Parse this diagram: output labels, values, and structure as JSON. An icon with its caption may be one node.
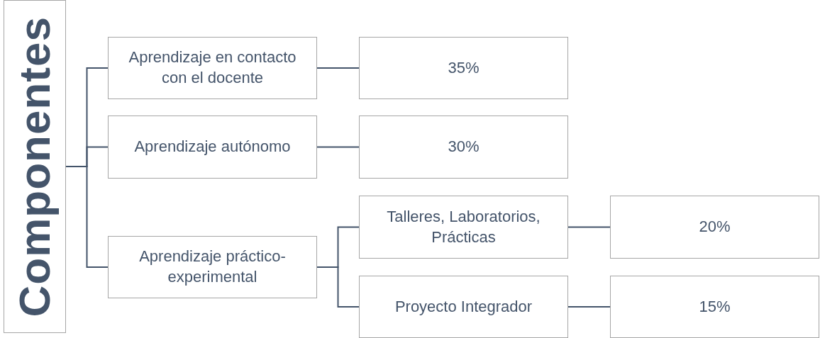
{
  "diagram": {
    "nodes": [
      {
        "text": [
          "Componentes"
        ]
      },
      {
        "text": [
          "Aprendizaje en contacto con el docente"
        ]
      },
      {
        "text": [
          "35%"
        ]
      },
      {
        "text": [
          "Aprendizaje autónomo"
        ]
      },
      {
        "text": [
          "30%"
        ]
      },
      {
        "text": [
          "Aprendizaje práctico-experimental"
        ]
      },
      {
        "text": [
          "Talleres, Laboratorios, Prácticas"
        ]
      },
      {
        "text": [
          "20%"
        ]
      },
      {
        "text": [
          "Proyecto Integrador"
        ]
      },
      {
        "text": [
          "15%"
        ]
      }
    ],
    "edges": [
      {
        "from": 0,
        "to": 1,
        "arrow": "none"
      },
      {
        "from": 0,
        "to": 3,
        "arrow": "none"
      },
      {
        "from": 0,
        "to": 5,
        "arrow": "none"
      },
      {
        "from": 1,
        "to": 2,
        "arrow": "none"
      },
      {
        "from": 3,
        "to": 4,
        "arrow": "none"
      },
      {
        "from": 5,
        "to": 6,
        "arrow": "none"
      },
      {
        "from": 5,
        "to": 8,
        "arrow": "none"
      },
      {
        "from": 6,
        "to": 7,
        "arrow": "none"
      },
      {
        "from": 8,
        "to": 9,
        "arrow": "none"
      }
    ]
  }
}
